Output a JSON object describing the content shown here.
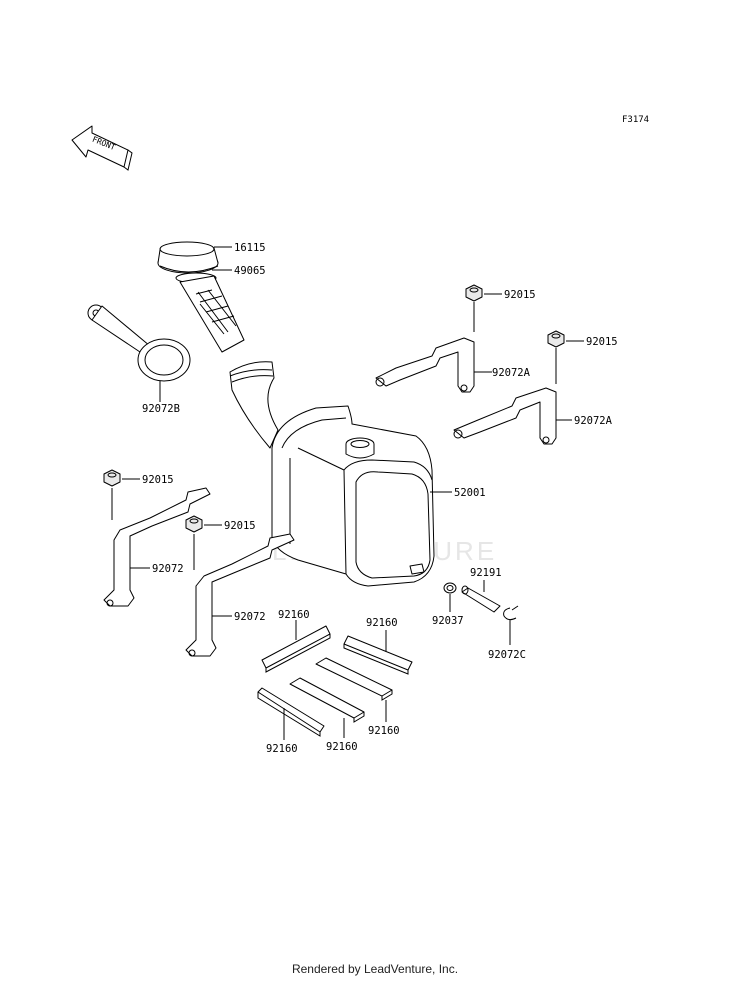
{
  "figure_id": "F3174",
  "direction_label": "FRONT",
  "watermark": "LEADVENTURE",
  "footer": "Rendered by LeadVenture, Inc.",
  "parts": {
    "p16115": "16115",
    "p49065": "49065",
    "p92072B": "92072B",
    "p92015_a": "92015",
    "p92015_b": "92015",
    "p92015_c": "92015",
    "p92015_d": "92015",
    "p92072A_a": "92072A",
    "p92072A_b": "92072A",
    "p52001": "52001",
    "p92072_a": "92072",
    "p92072_b": "92072",
    "p92191": "92191",
    "p92037": "92037",
    "p92072C": "92072C",
    "p92160_a": "92160",
    "p92160_b": "92160",
    "p92160_c": "92160",
    "p92160_d": "92160",
    "p92160_e": "92160"
  }
}
